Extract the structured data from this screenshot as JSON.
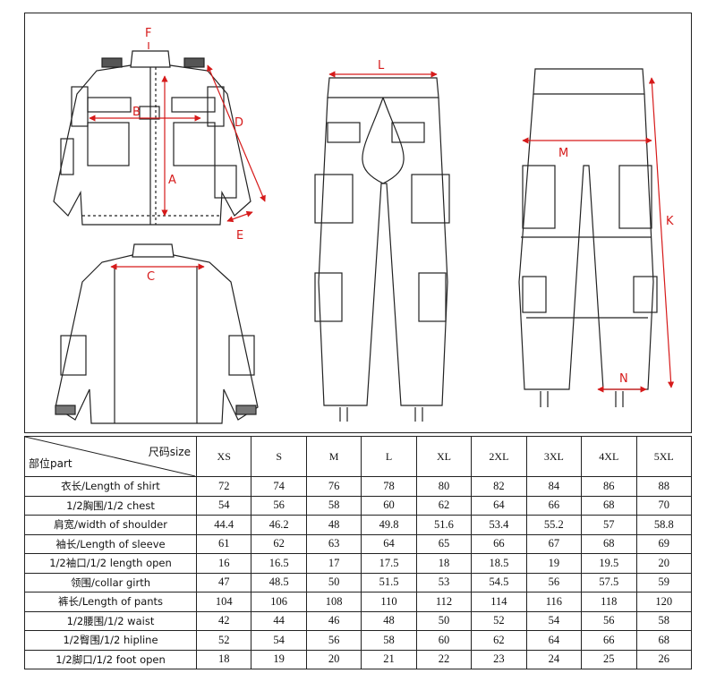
{
  "drawing": {
    "labels": [
      "F",
      "B",
      "A",
      "D",
      "E",
      "C",
      "L",
      "M",
      "K",
      "N"
    ]
  },
  "table": {
    "corner_size_label": "尺码size",
    "corner_part_label": "部位part",
    "sizes": [
      "XS",
      "S",
      "M",
      "L",
      "XL",
      "2XL",
      "3XL",
      "4XL",
      "5XL"
    ],
    "rows": [
      {
        "label": "衣长/Length of shirt",
        "values": [
          "72",
          "74",
          "76",
          "78",
          "80",
          "82",
          "84",
          "86",
          "88"
        ]
      },
      {
        "label": "1/2胸围/1/2 chest",
        "values": [
          "54",
          "56",
          "58",
          "60",
          "62",
          "64",
          "66",
          "68",
          "70"
        ]
      },
      {
        "label": "肩宽/width of shoulder",
        "values": [
          "44.4",
          "46.2",
          "48",
          "49.8",
          "51.6",
          "53.4",
          "55.2",
          "57",
          "58.8"
        ]
      },
      {
        "label": "袖长/Length of sleeve",
        "values": [
          "61",
          "62",
          "63",
          "64",
          "65",
          "66",
          "67",
          "68",
          "69"
        ]
      },
      {
        "label": "1/2袖口/1/2 length open",
        "values": [
          "16",
          "16.5",
          "17",
          "17.5",
          "18",
          "18.5",
          "19",
          "19.5",
          "20"
        ]
      },
      {
        "label": "领围/collar girth",
        "values": [
          "47",
          "48.5",
          "50",
          "51.5",
          "53",
          "54.5",
          "56",
          "57.5",
          "59"
        ]
      },
      {
        "label": "裤长/Length of pants",
        "values": [
          "104",
          "106",
          "108",
          "110",
          "112",
          "114",
          "116",
          "118",
          "120"
        ]
      },
      {
        "label": "1/2腰围/1/2 waist",
        "values": [
          "42",
          "44",
          "46",
          "48",
          "50",
          "52",
          "54",
          "56",
          "58"
        ]
      },
      {
        "label": "1/2臀围/1/2 hipline",
        "values": [
          "52",
          "54",
          "56",
          "58",
          "60",
          "62",
          "64",
          "66",
          "68"
        ]
      },
      {
        "label": "1/2脚口/1/2 foot open",
        "values": [
          "18",
          "19",
          "20",
          "21",
          "22",
          "23",
          "24",
          "25",
          "26"
        ]
      }
    ]
  },
  "colors": {
    "measure": "#d61a1a",
    "line": "#222222"
  }
}
